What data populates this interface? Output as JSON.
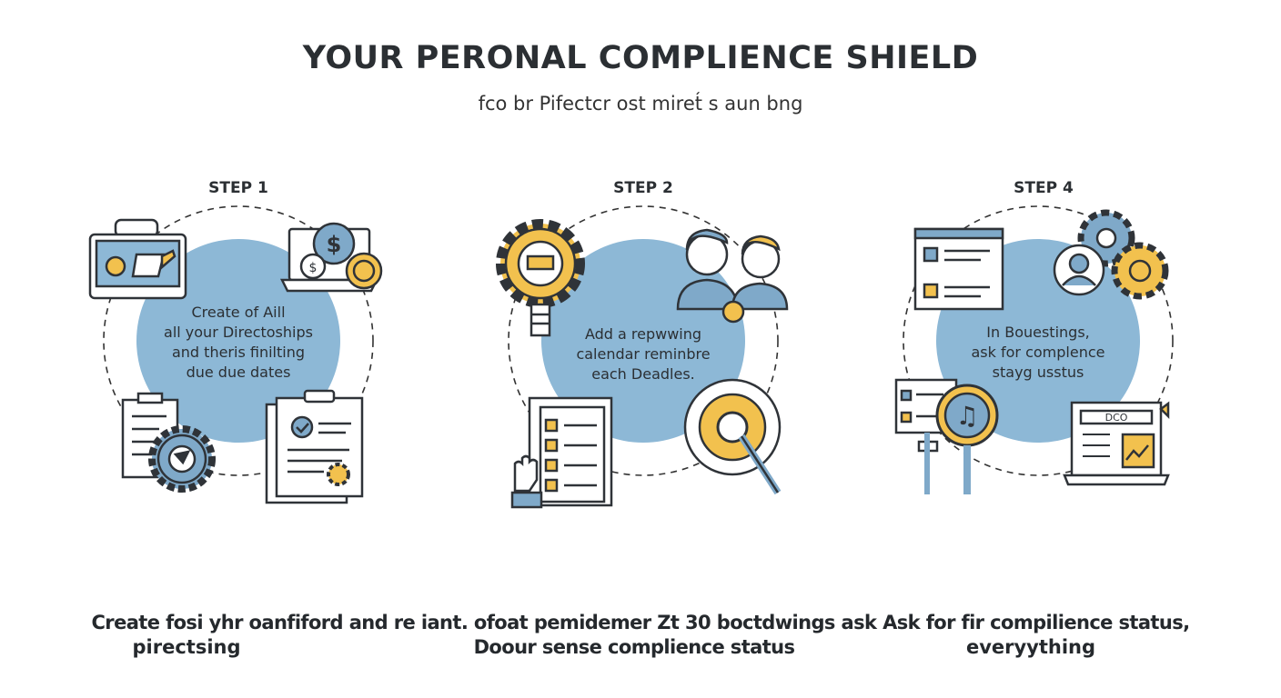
{
  "header": {
    "title": "YOUR PERONAL COMPLIENCE SHIELD",
    "subtitle": "fco br Pifectcr ost miret́ s aun bng"
  },
  "colors": {
    "circle_fill": "#8db8d6",
    "accent_yellow": "#f2c14e",
    "icon_blue": "#7fa9c9",
    "stroke": "#2f3338",
    "dashed_ring": "#333333"
  },
  "steps": [
    {
      "label": "STEP 1",
      "text_lines": [
        "Create of Aill",
        "all your Directoships",
        "and theris finilting",
        "due due dates"
      ],
      "icons": [
        "monitor-icon",
        "laptop-dollar-icon",
        "clipboard-gear-icon",
        "document-check-icon"
      ]
    },
    {
      "label": "STEP 2",
      "text_lines": [
        "Add a repwwing",
        "calendar reminbre",
        "each Deadles."
      ],
      "icons": [
        "gear-bulb-icon",
        "people-icon",
        "checklist-hand-icon",
        "target-magnifier-icon"
      ]
    },
    {
      "label": "STEP 4",
      "text_lines": [
        "In Bouestings,",
        "ask for complence",
        "stayg usstus"
      ],
      "icons": [
        "browser-checklist-icon",
        "gears-user-icon",
        "board-magnifier-icon",
        "laptop-chart-icon"
      ]
    }
  ],
  "footer": {
    "line1": "Create fosi yhr oanfiford and re iant. ofoat pemidemer Zt 30 boctdwings ask Ask for fir compilience status,",
    "line2": [
      "pirectsing",
      "Doour sense complience status",
      "everyything"
    ],
    "laptop_screen_text": "DCO"
  }
}
